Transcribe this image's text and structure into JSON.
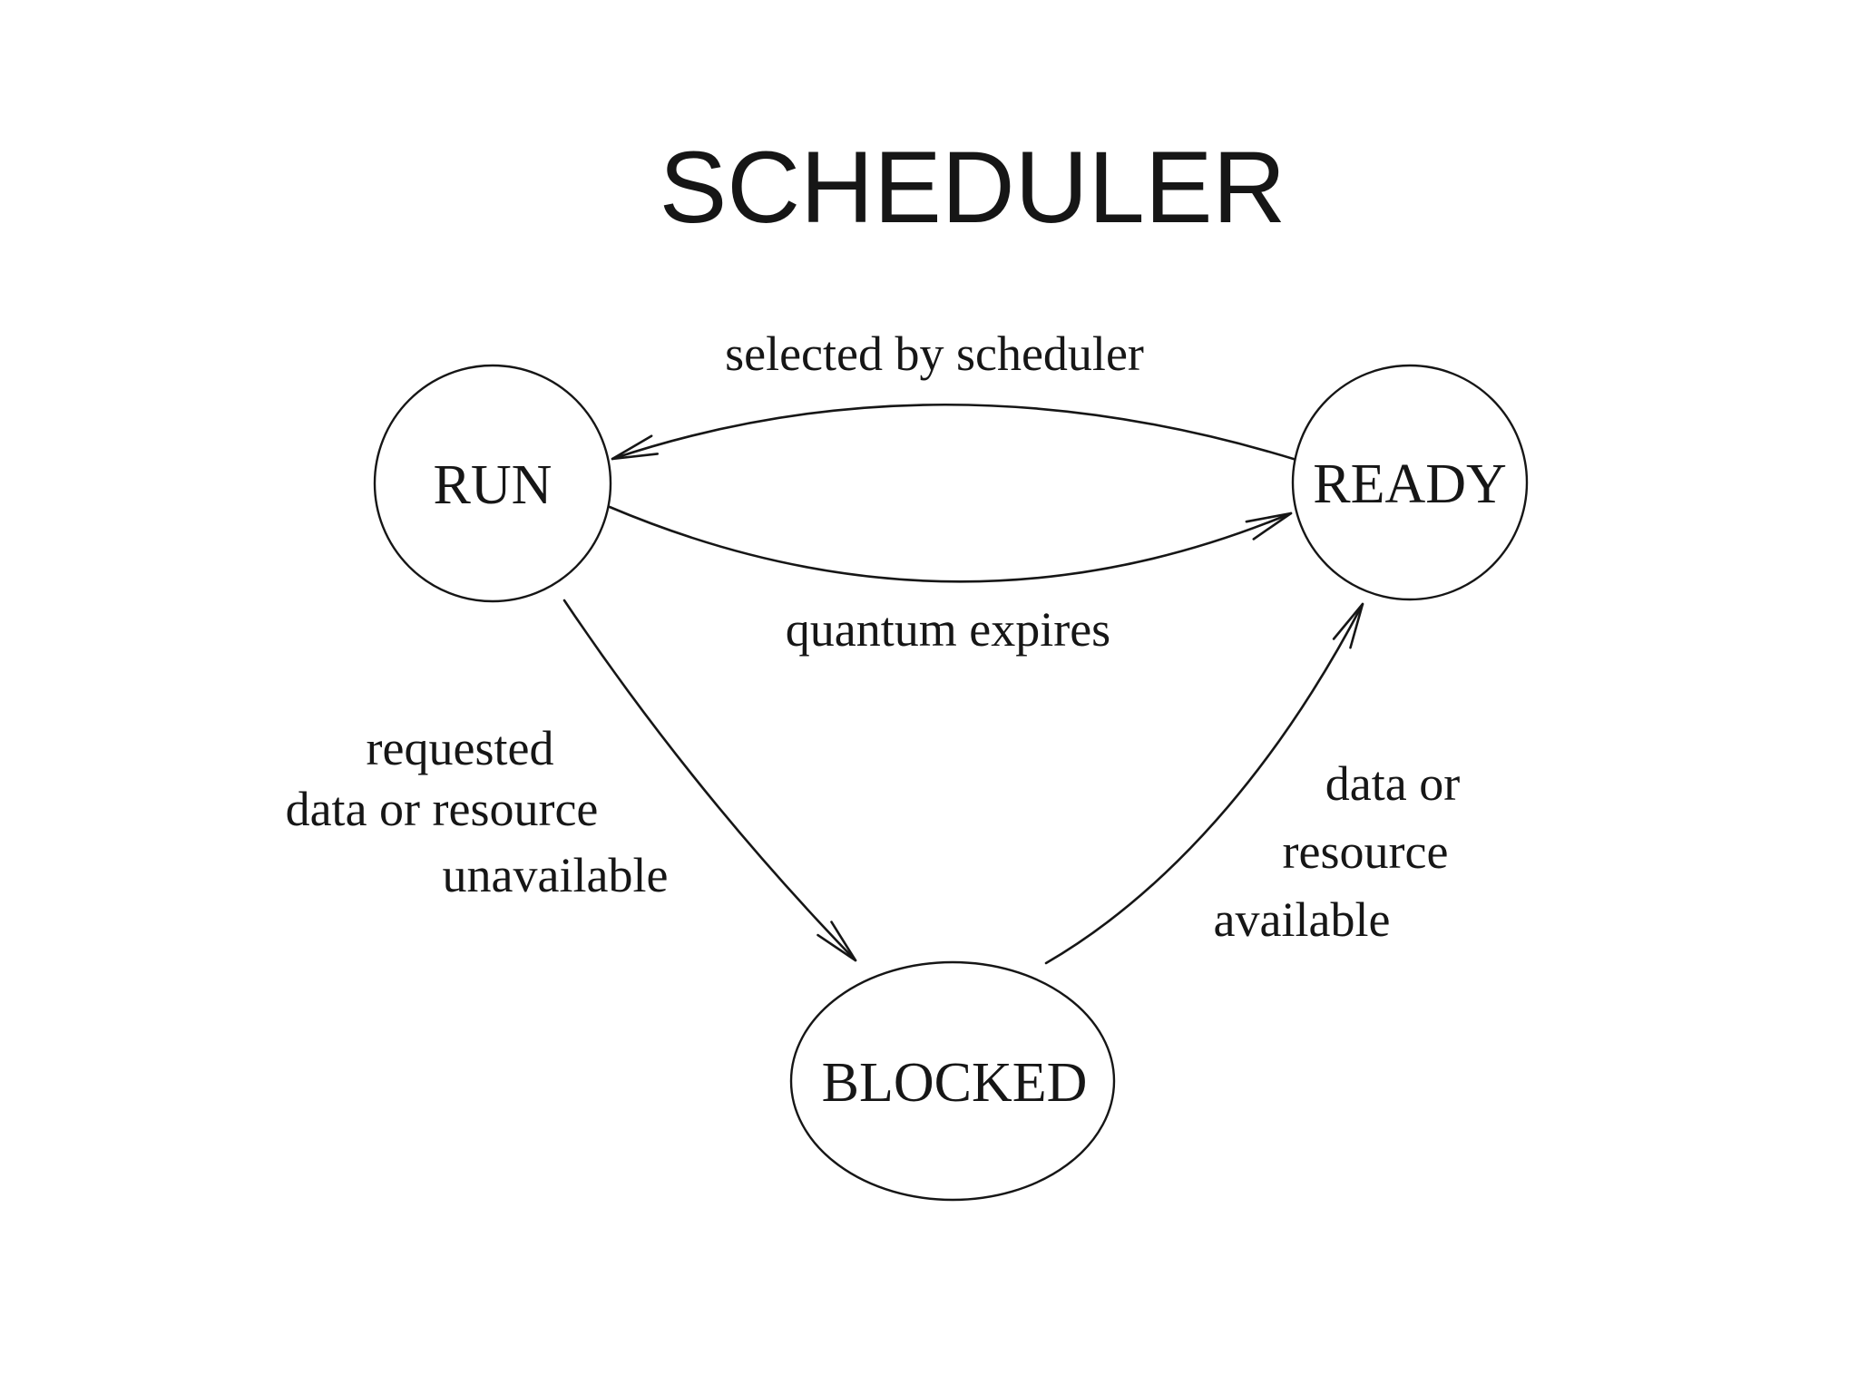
{
  "slide": {
    "title": "SCHEDULER"
  },
  "diagram": {
    "states": [
      {
        "id": "run",
        "label": "RUN",
        "shape": "circle"
      },
      {
        "id": "ready",
        "label": "READY",
        "shape": "circle"
      },
      {
        "id": "blocked",
        "label": "BLOCKED",
        "shape": "ellipse"
      }
    ],
    "transitions": [
      {
        "from": "ready",
        "to": "run",
        "label": "selected by scheduler"
      },
      {
        "from": "run",
        "to": "ready",
        "label": "quantum expires"
      },
      {
        "from": "run",
        "to": "blocked",
        "lines": [
          "requested",
          "data or resource",
          "unavailable"
        ]
      },
      {
        "from": "blocked",
        "to": "ready",
        "lines": [
          "data or",
          "resource",
          "available"
        ]
      }
    ]
  },
  "colors": {
    "background": "#ffffff",
    "ink": "#161616"
  }
}
